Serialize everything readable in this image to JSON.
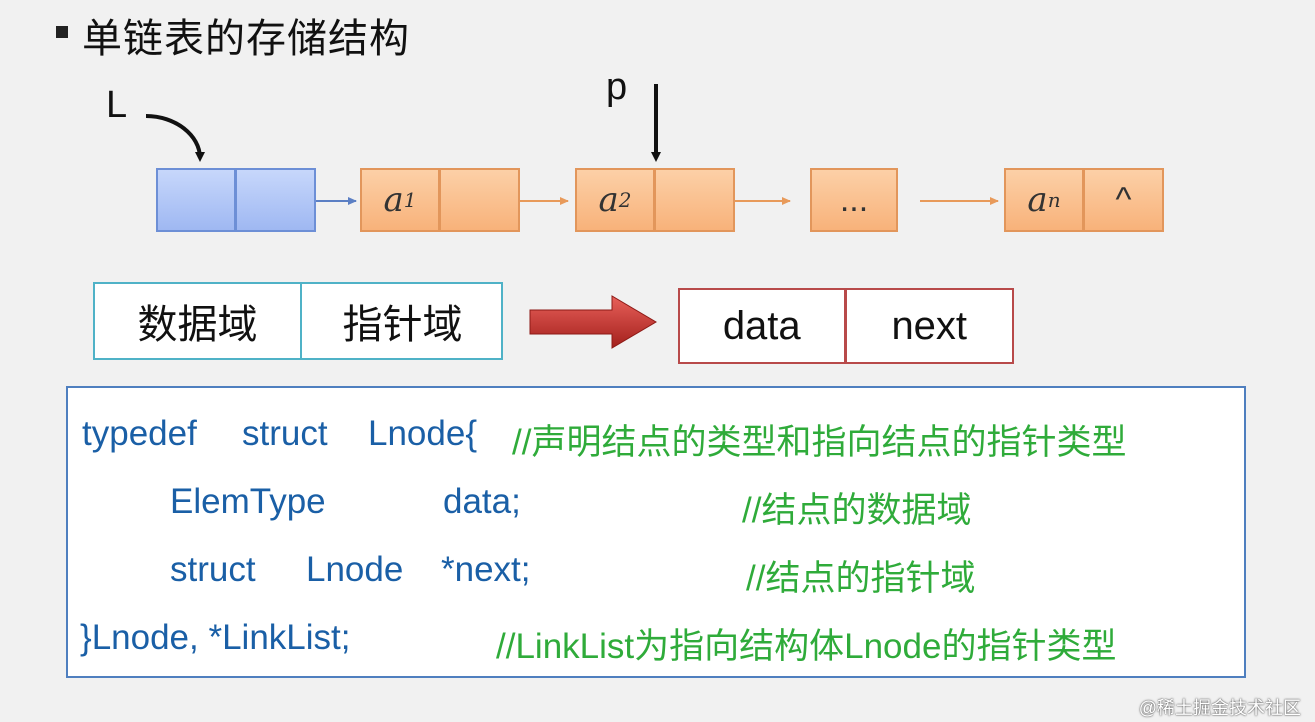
{
  "title": "单链表的存储结构",
  "pointer_labels": {
    "L": "L",
    "p": "p"
  },
  "nodes": {
    "a1_base": "a",
    "a1_sub": "1",
    "a2_base": "a",
    "a2_sub": "2",
    "ellipsis": "...",
    "an_base": "a",
    "an_sub": "n",
    "null_symbol": "^"
  },
  "fields": {
    "data_field": "数据域",
    "pointer_field": "指针域"
  },
  "struct_fields": {
    "data": "data",
    "next": "next"
  },
  "code": {
    "line1_a": "typedef",
    "line1_b": "struct",
    "line1_c": "Lnode{",
    "line1_comment": "//声明结点的类型和指向结点的指针类型",
    "line2_a": "ElemType",
    "line2_b": "data;",
    "line2_comment": "//结点的数据域",
    "line3_a": "struct",
    "line3_b": "Lnode",
    "line3_c": "*next;",
    "line3_comment": "//结点的指针域",
    "line4_a": "}Lnode, *LinkList;",
    "line4_comment": "//LinkList为指向结构体Lnode的指针类型"
  },
  "watermark": "@稀土掘金技术社区",
  "colors": {
    "head_node": "#9fb8f2",
    "data_node": "#f8b27a",
    "code_keyword": "#1a5fa6",
    "code_comment": "#2fab3a",
    "annotation": "#d0131a"
  }
}
